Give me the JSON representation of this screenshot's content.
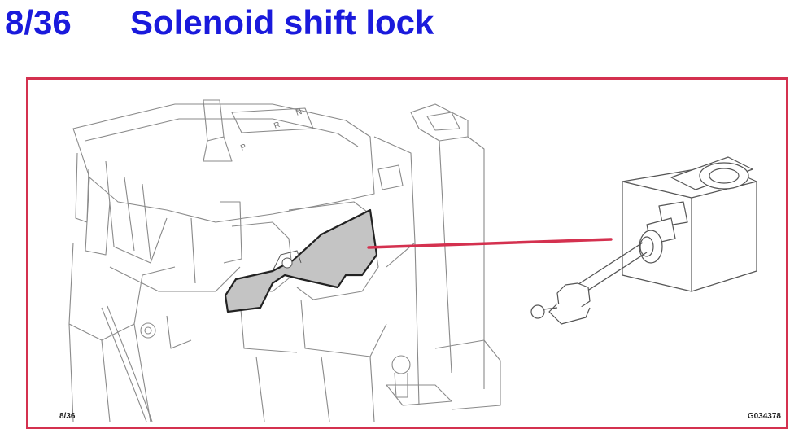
{
  "header": {
    "page_number": "8/36",
    "title": "Solenoid shift lock"
  },
  "figure": {
    "page_ref": "8/36",
    "figure_id": "G034378",
    "shift_gate_letters": [
      "P",
      "R",
      "N"
    ],
    "colors": {
      "title": "#1a1adc",
      "frame_border": "#d4314f",
      "leader_line": "#d4314f",
      "highlight_fill": "#c4c4c4",
      "line_art": "#7a7a7a"
    }
  }
}
